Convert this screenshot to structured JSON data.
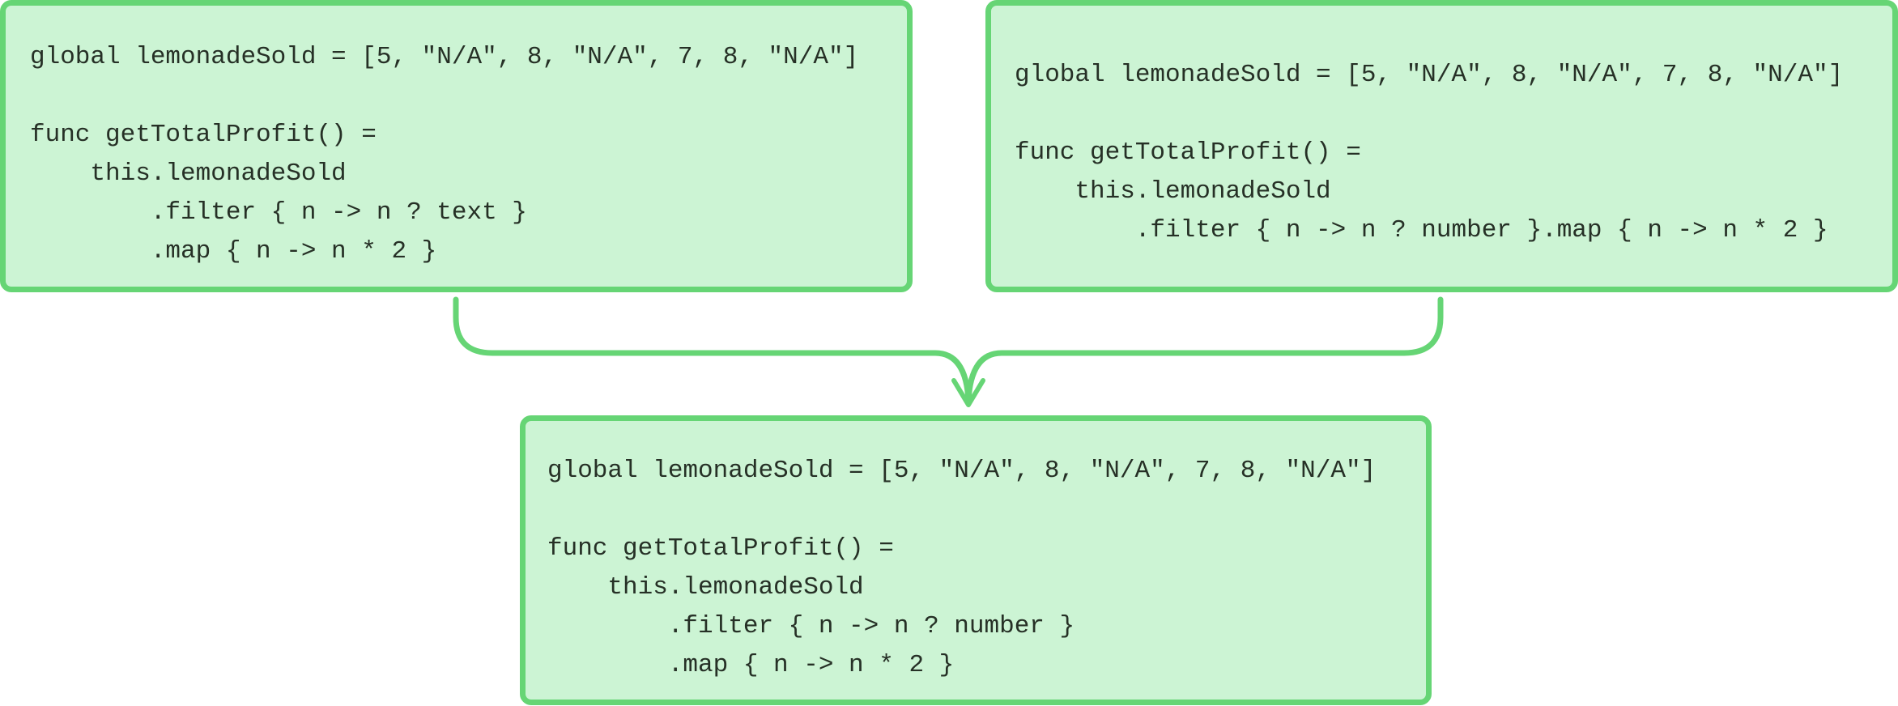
{
  "boxes": [
    {
      "lines": [
        "global lemonadeSold = [5, \"N/A\", 8, \"N/A\", 7, 8, \"N/A\"]",
        "",
        "func getTotalProfit() =",
        "    this.lemonadeSold",
        "        .filter { n -> n ? text }",
        "        .map { n -> n * 2 }"
      ]
    },
    {
      "lines": [
        "global lemonadeSold = [5, \"N/A\", 8, \"N/A\", 7, 8, \"N/A\"]",
        "",
        "func getTotalProfit() =",
        "    this.lemonadeSold",
        "        .filter { n -> n ? number }.map { n -> n * 2 }"
      ]
    },
    {
      "lines": [
        "global lemonadeSold = [5, \"N/A\", 8, \"N/A\", 7, 8, \"N/A\"]",
        "",
        "func getTotalProfit() =",
        "    this.lemonadeSold",
        "        .filter { n -> n ? number }",
        "        .map { n -> n * 2 }"
      ]
    }
  ],
  "colors": {
    "border": "#66d575",
    "fill": "#ccf4d4",
    "text": "#263026"
  }
}
